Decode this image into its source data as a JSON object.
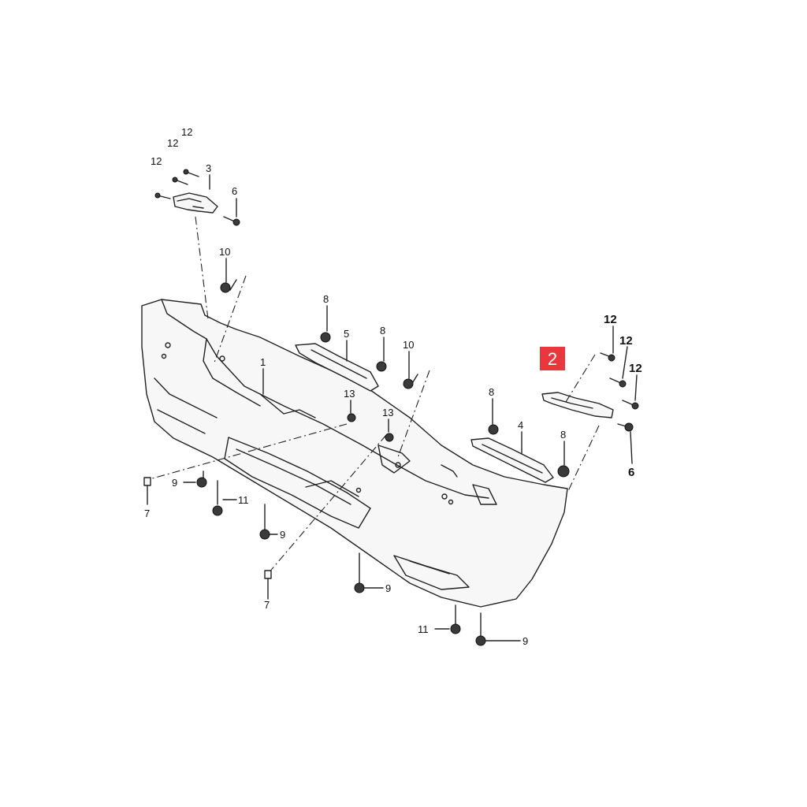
{
  "highlight": {
    "label": "2",
    "color": "#e8383d"
  },
  "callouts": {
    "bumper": "1",
    "bracket_upper_left": "3",
    "rail_lower_right": "4",
    "rail_center": "5",
    "screw_6a": "6",
    "screw_6b": "6",
    "clip_7a": "7",
    "clip_7b": "7",
    "nut_8a": "8",
    "nut_8b": "8",
    "nut_8c": "8",
    "nut_8d": "8",
    "nut_9a": "9",
    "nut_9b": "9",
    "nut_9c": "9",
    "nut_9d": "9",
    "bolt_10a": "10",
    "bolt_10b": "10",
    "bolt_11a": "11",
    "bolt_11b": "11",
    "screw_12a": "12",
    "screw_12b": "12",
    "screw_12c": "12",
    "screw_12d": "12",
    "screw_12e": "12",
    "screw_12f": "12",
    "nut_13a": "13",
    "nut_13b": "13"
  }
}
